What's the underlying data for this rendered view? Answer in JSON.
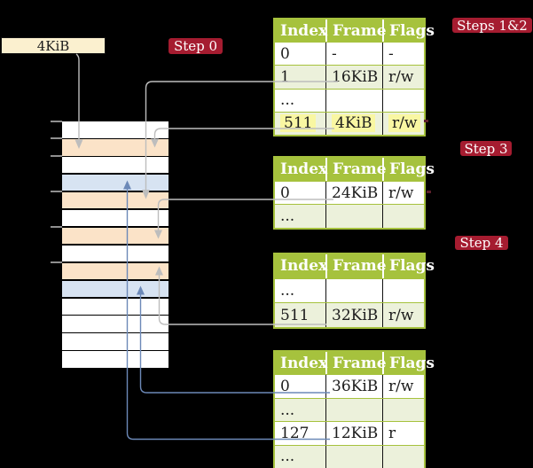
{
  "palette": {
    "background": "#000000",
    "badge_crimson": "#a51c30",
    "table_green": "#a6c23d",
    "table_row_green": "#ecf1db",
    "highlight_yellow": "#f9f7a2",
    "frame_orange": "#fbe3c8",
    "frame_blue": "#d7e3f2",
    "frame_white": "#ffffff",
    "box_cream": "#fbf0cf",
    "line_gray": "#bdbdbd",
    "line_blue": "#6c89b8",
    "ink": "#1c1c1c"
  },
  "frame_box": {
    "label": "4KiB"
  },
  "badges": {
    "step0": "Step 0",
    "steps12": "Steps 1&2",
    "step3": "Step 3",
    "step4": "Step 4"
  },
  "memory": {
    "rows": [
      {
        "color": "frame_white"
      },
      {
        "color": "frame_orange"
      },
      {
        "color": "frame_white"
      },
      {
        "color": "frame_blue"
      },
      {
        "color": "frame_orange"
      },
      {
        "color": "frame_white"
      },
      {
        "color": "frame_orange"
      },
      {
        "color": "frame_white"
      },
      {
        "color": "frame_orange"
      },
      {
        "color": "frame_blue"
      },
      {
        "color": "frame_white"
      },
      {
        "color": "frame_white"
      },
      {
        "color": "frame_white"
      },
      {
        "color": "frame_white"
      }
    ]
  },
  "tables": [
    {
      "name": "page-table-steps-1-2",
      "columns": [
        "Index",
        "Frame",
        "Flags"
      ],
      "rows": [
        {
          "cells": [
            "0",
            "-",
            "-"
          ],
          "shaded": false,
          "highlight": false
        },
        {
          "cells": [
            "1",
            "16KiB",
            "r/w"
          ],
          "shaded": true,
          "highlight": false
        },
        {
          "cells": [
            "...",
            "",
            ""
          ],
          "shaded": false,
          "highlight": false
        },
        {
          "cells": [
            "511",
            "4KiB",
            "r/w"
          ],
          "shaded": true,
          "highlight": true
        }
      ]
    },
    {
      "name": "page-table-step-3",
      "columns": [
        "Index",
        "Frame",
        "Flags"
      ],
      "rows": [
        {
          "cells": [
            "0",
            "24KiB",
            "r/w"
          ],
          "shaded": false,
          "highlight": false
        },
        {
          "cells": [
            "...",
            "",
            ""
          ],
          "shaded": true,
          "highlight": false
        }
      ]
    },
    {
      "name": "page-table-step-4",
      "columns": [
        "Index",
        "Frame",
        "Flags"
      ],
      "rows": [
        {
          "cells": [
            "...",
            "",
            ""
          ],
          "shaded": false,
          "highlight": false
        },
        {
          "cells": [
            "511",
            "32KiB",
            "r/w"
          ],
          "shaded": true,
          "highlight": false
        }
      ]
    },
    {
      "name": "page-table-final",
      "columns": [
        "Index",
        "Frame",
        "Flags"
      ],
      "rows": [
        {
          "cells": [
            "0",
            "36KiB",
            "r/w"
          ],
          "shaded": false,
          "highlight": false
        },
        {
          "cells": [
            "...",
            "",
            ""
          ],
          "shaded": true,
          "highlight": false
        },
        {
          "cells": [
            "127",
            "12KiB",
            "r"
          ],
          "shaded": false,
          "highlight": false
        },
        {
          "cells": [
            "...",
            "",
            ""
          ],
          "shaded": true,
          "highlight": false
        }
      ]
    }
  ]
}
